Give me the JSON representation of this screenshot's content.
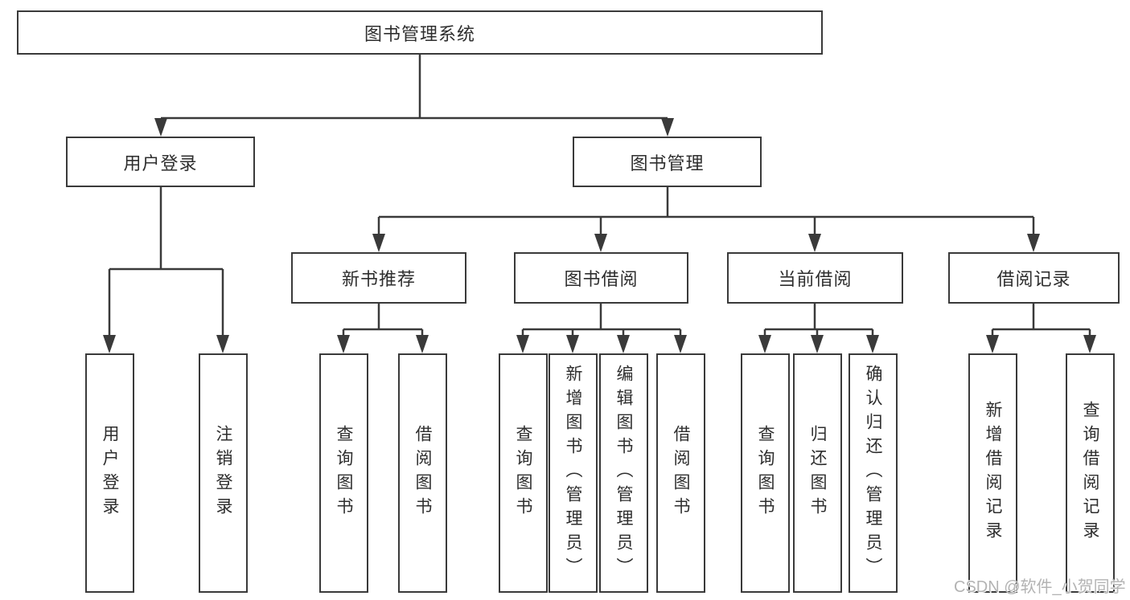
{
  "diagram": {
    "title_node": {
      "label": "图书管理系统"
    },
    "level2": {
      "user_login": {
        "label": "用户登录"
      },
      "book_mgmt": {
        "label": "图书管理"
      }
    },
    "level3": {
      "new_books": {
        "label": "新书推荐"
      },
      "book_borrow": {
        "label": "图书借阅"
      },
      "current_borrow": {
        "label": "当前借阅"
      },
      "borrow_records": {
        "label": "借阅记录"
      }
    },
    "leaves": {
      "user_login_leaf": "用户登录",
      "logout": "注销登录",
      "nb_query": "查询图书",
      "nb_borrow": "借阅图书",
      "bb_query": "查询图书",
      "bb_add": "新增图书（管理员）",
      "bb_edit": "编辑图书（管理员）",
      "bb_borrow": "借阅图书",
      "cb_query": "查询图书",
      "cb_return": "归还图书",
      "cb_confirm": "确认归还（管理员）",
      "br_add": "新增借阅记录",
      "br_query": "查询借阅记录"
    }
  },
  "watermark": {
    "text": "CSDN @软件_小贺同学"
  },
  "colors": {
    "line": "#3a3a3a",
    "text": "#2e2e2e",
    "watermark": "#b3b3b3",
    "background": "#ffffff"
  }
}
